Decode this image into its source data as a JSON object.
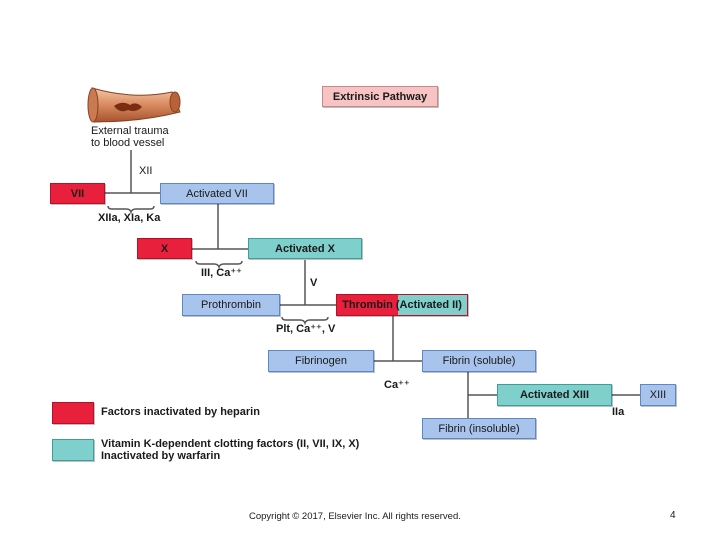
{
  "title": "Extrinsic Pathway",
  "trauma_label": "External trauma\nto blood vessel",
  "boxes": {
    "vii": "VII",
    "activated_vii": "Activated VII",
    "x": "X",
    "activated_x": "Activated X",
    "prothrombin": "Prothrombin",
    "thrombin": "Thrombin (Activated II)",
    "fibrinogen": "Fibrinogen",
    "fibrin_soluble": "Fibrin (soluble)",
    "activated_xiii": "Activated XIII",
    "xiii": "XIII",
    "fibrin_insoluble": "Fibrin (insoluble)"
  },
  "cofactors": {
    "xii": "XII",
    "xiia": "XIIa, XIa, Ka",
    "iii_ca": "III, Ca⁺⁺",
    "v": "V",
    "plt": "Plt, Ca⁺⁺, V",
    "ca": "Ca⁺⁺",
    "iia": "IIa"
  },
  "legend": {
    "heparin": "Factors inactivated by heparin",
    "warfarin": "Vitamin K-dependent clotting factors (II, VII, IX, X)\nInactivated by warfarin"
  },
  "footer": {
    "copyright": "Copyright © 2017, Elsevier Inc. All rights reserved.",
    "page": "4"
  },
  "colors": {
    "heparin": "#e8203c",
    "warfarin": "#7fcfcc",
    "activated": "#a8c4ec",
    "title_box": "#f7c3c3"
  }
}
